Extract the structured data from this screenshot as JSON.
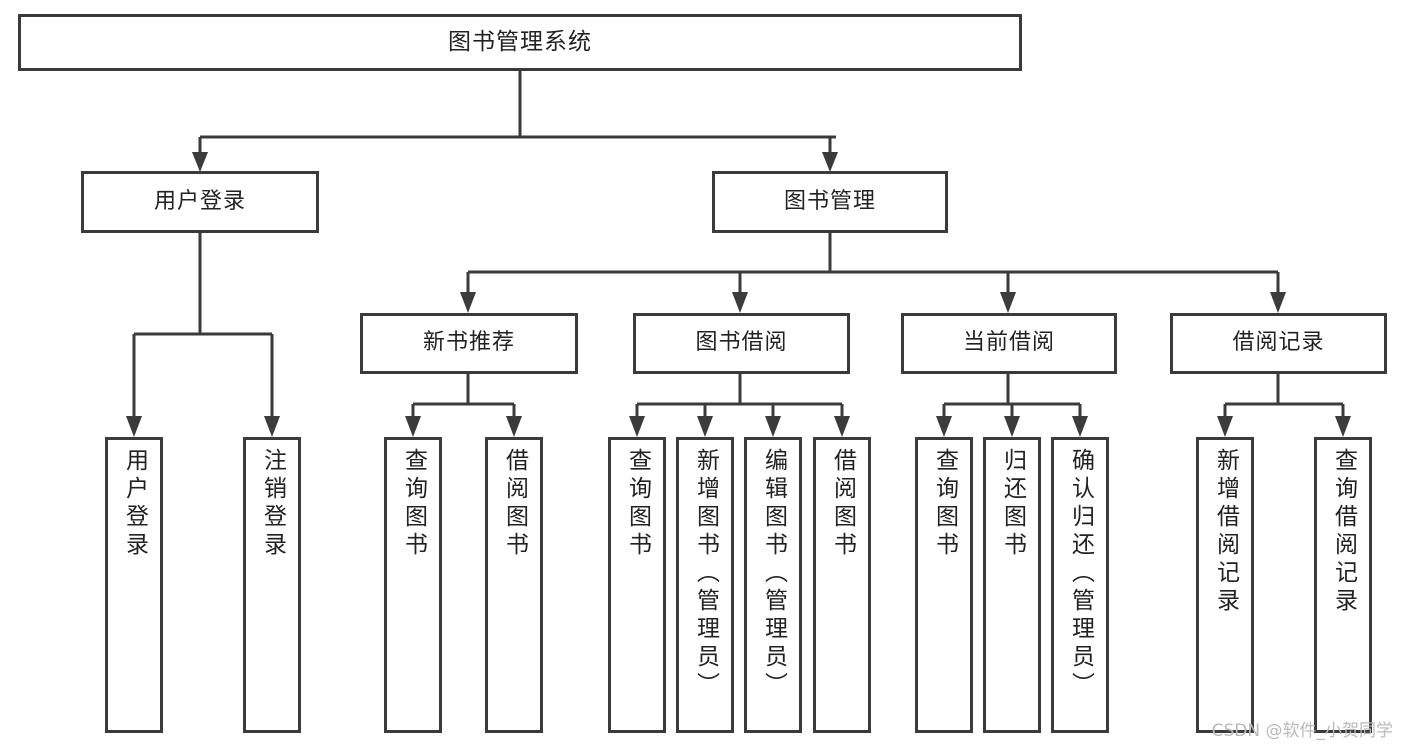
{
  "diagram": {
    "title": "图书管理系统",
    "type": "tree-hierarchy-diagram",
    "watermark": "CSDN @软件_小贺同学",
    "colors": {
      "stroke": "#3b3b3b",
      "fill": "#ffffff",
      "text": "#222222",
      "watermark": "#b9b9b9"
    },
    "root": {
      "label": "图书管理系统"
    },
    "level1": [
      {
        "label": "用户登录"
      },
      {
        "label": "图书管理"
      }
    ],
    "level2": [
      {
        "label": "新书推荐"
      },
      {
        "label": "图书借阅"
      },
      {
        "label": "当前借阅"
      },
      {
        "label": "借阅记录"
      }
    ],
    "leaves": {
      "user_login": [
        {
          "label": "用户登录"
        },
        {
          "label": "注销登录"
        }
      ],
      "new_book_recommend": [
        {
          "label": "查询图书"
        },
        {
          "label": "借阅图书"
        }
      ],
      "book_borrow": [
        {
          "label": "查询图书"
        },
        {
          "label": "新增图书（管理员）"
        },
        {
          "label": "编辑图书（管理员）"
        },
        {
          "label": "借阅图书"
        }
      ],
      "current_borrow": [
        {
          "label": "查询图书"
        },
        {
          "label": "归还图书"
        },
        {
          "label": "确认归还（管理员）"
        }
      ],
      "borrow_record": [
        {
          "label": "新增借阅记录"
        },
        {
          "label": "查询借阅记录"
        }
      ]
    }
  }
}
